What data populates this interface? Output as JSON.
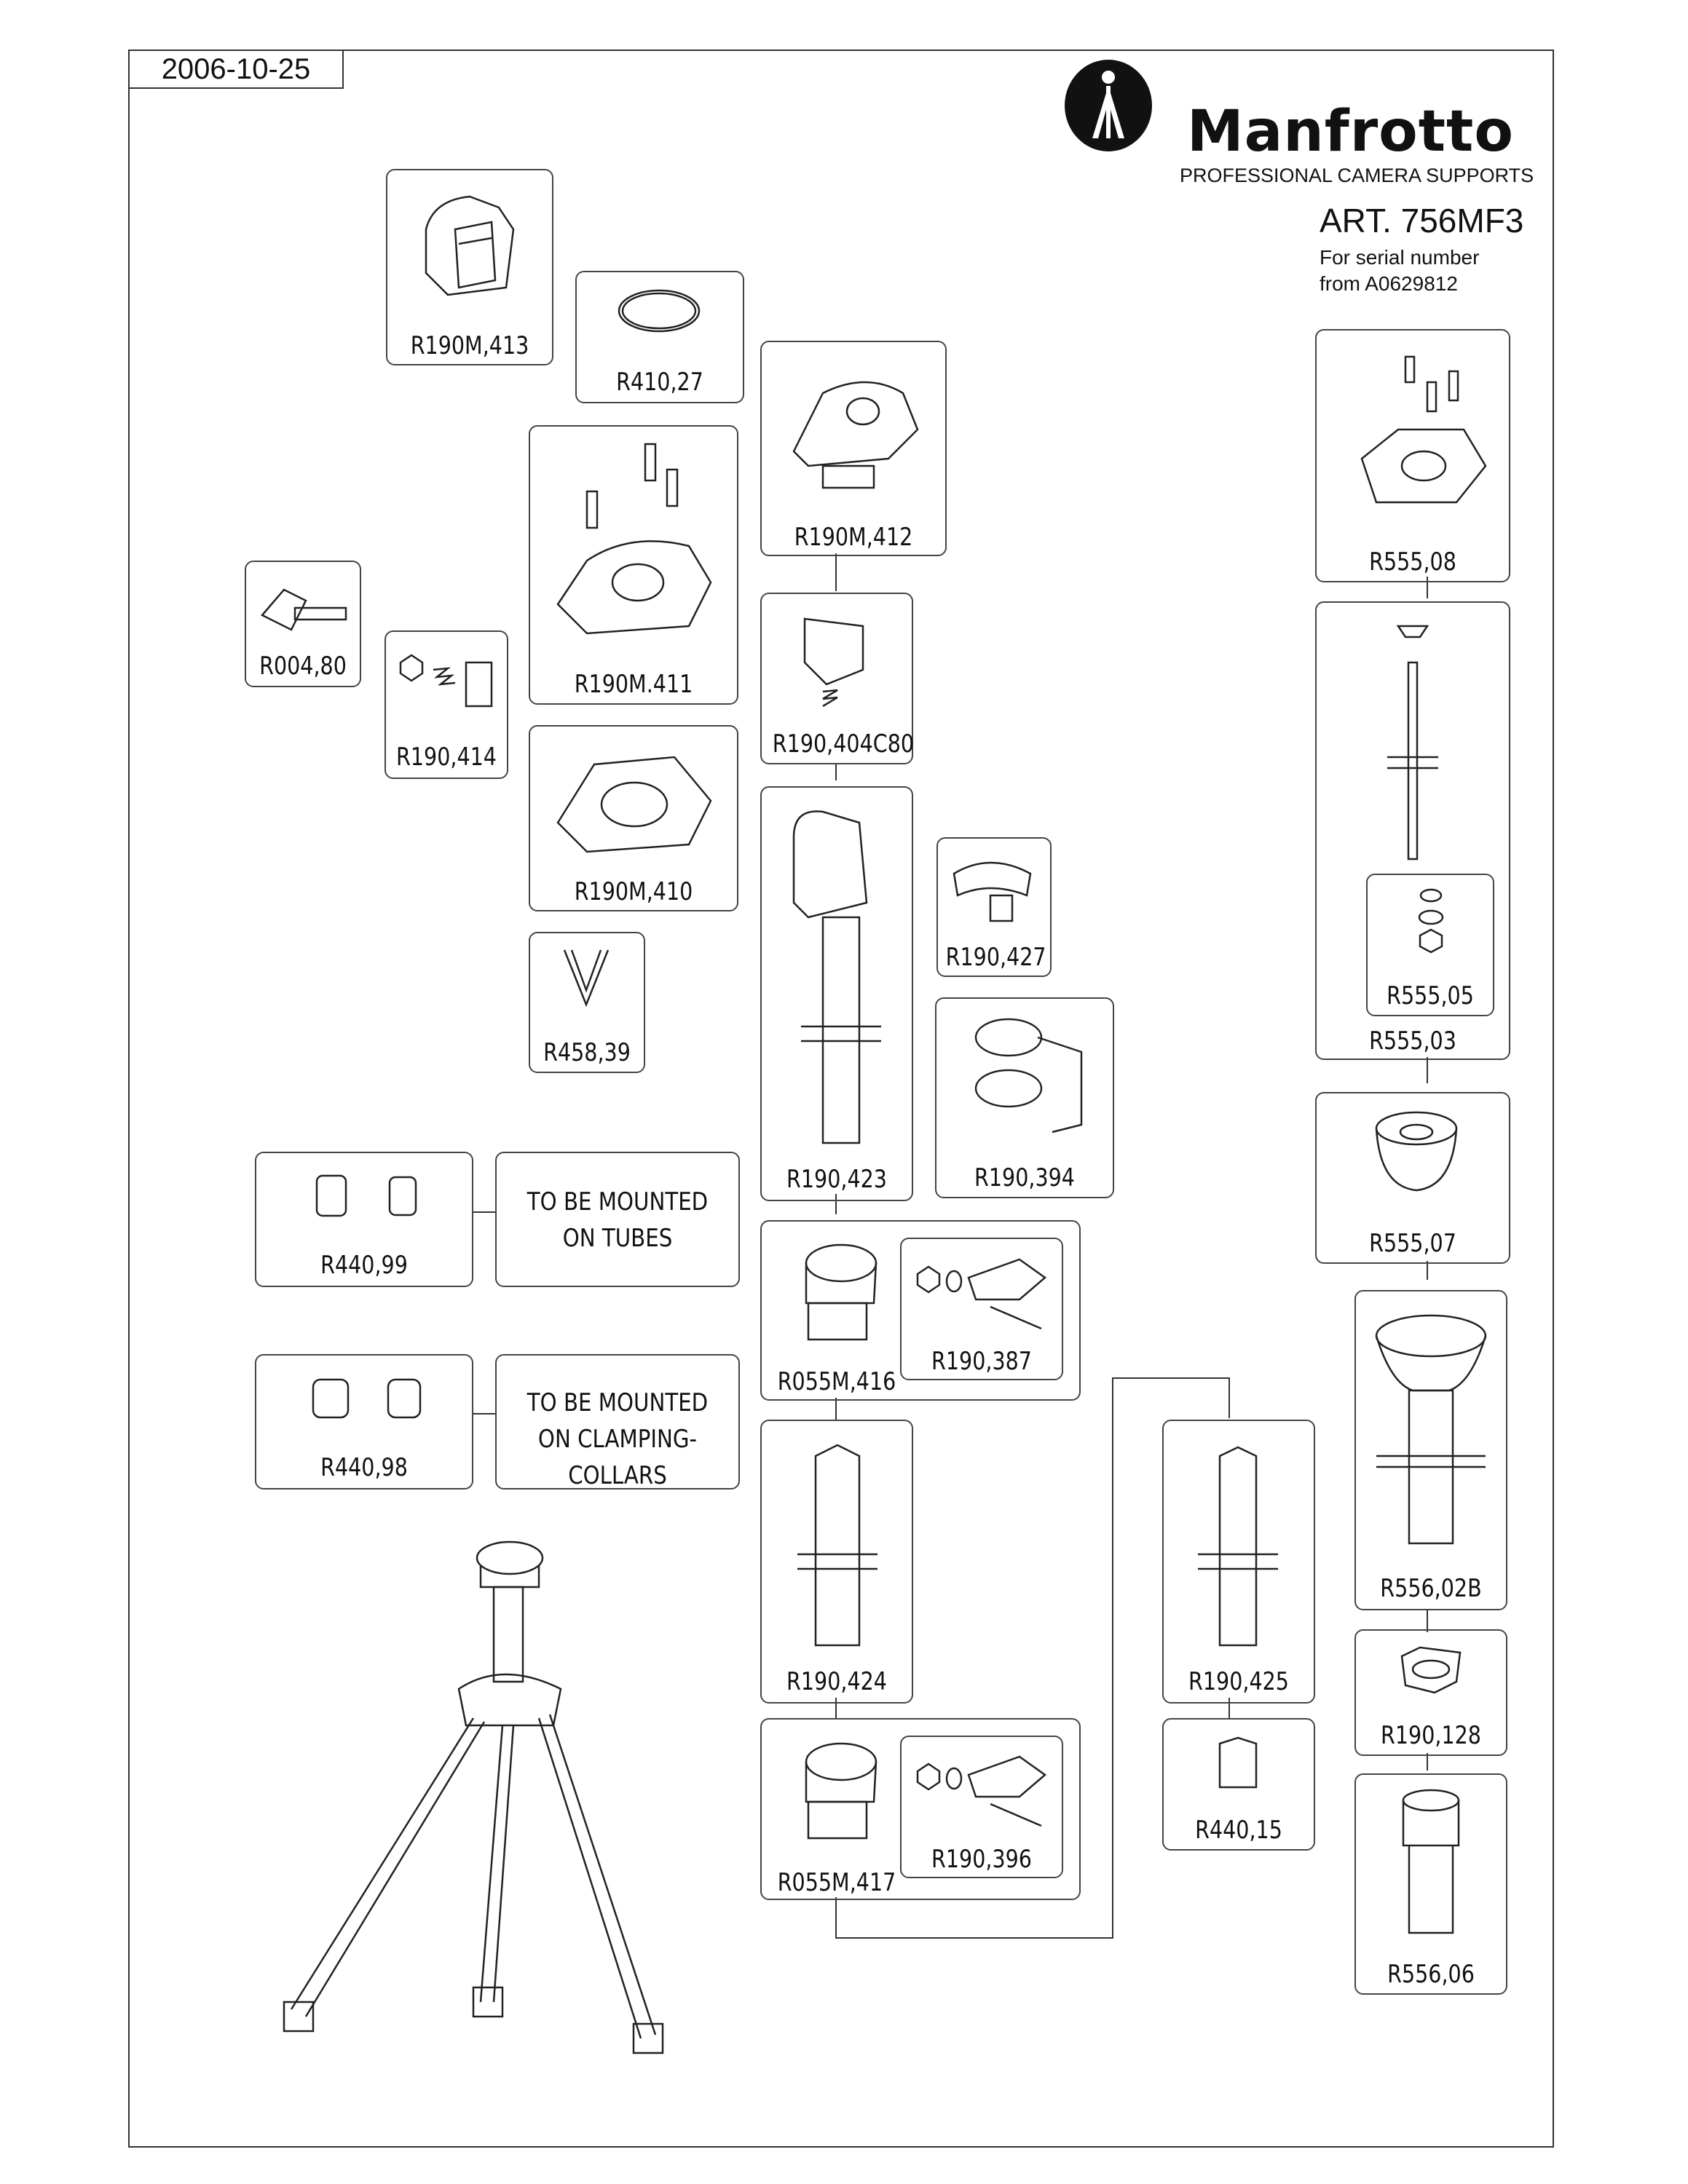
{
  "date": "2006-10-25",
  "brand": {
    "name": "Manfrotto",
    "tagline": "PROFESSIONAL CAMERA SUPPORTS"
  },
  "article": {
    "code": "ART. 756MF3",
    "serial_line1": "For serial number",
    "serial_line2": "from A0629812"
  },
  "parts": {
    "r190m413": "R190M,413",
    "r410_27": "R410,27",
    "r190m412": "R190M,412",
    "r190m411": "R190M.411",
    "r004_80": "R004,80",
    "r190_414": "R190,414",
    "r190_404c80": "R190,404C80",
    "r190m410": "R190M,410",
    "r458_39": "R458,39",
    "r190_427": "R190,427",
    "r190_423": "R190,423",
    "r190_394": "R190,394",
    "r440_99": "R440,99",
    "r055m416": "R055M,416",
    "r190_387": "R190,387",
    "r440_98": "R440,98",
    "r190_424": "R190,424",
    "r190_425": "R190,425",
    "r055m417": "R055M,417",
    "r190_396": "R190,396",
    "r440_15": "R440,15",
    "r555_08": "R555,08",
    "r555_05": "R555,05",
    "r555_03": "R555,03",
    "r555_07": "R555,07",
    "r556_02b": "R556,02B",
    "r190_128": "R190,128",
    "r556_06": "R556,06"
  },
  "notes": {
    "tubes_line1": "TO BE MOUNTED",
    "tubes_line2": "ON TUBES",
    "collars_line1": "TO BE MOUNTED",
    "collars_line2": "ON CLAMPING-COLLARS"
  }
}
